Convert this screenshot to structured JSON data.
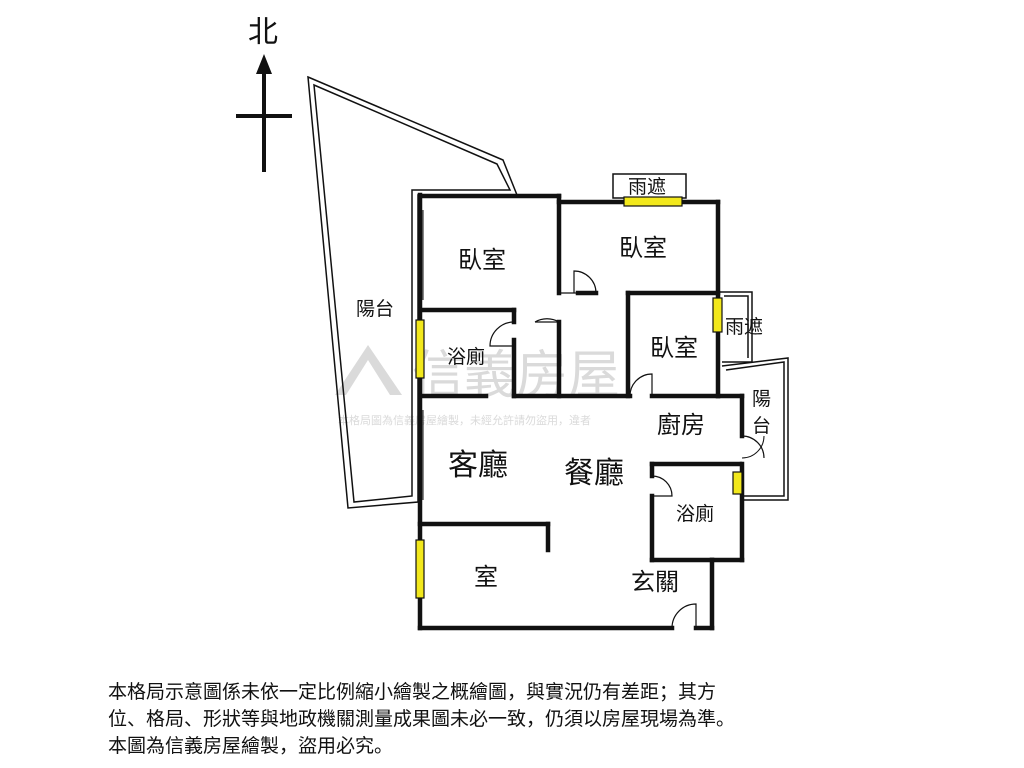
{
  "compass": {
    "north_label": "北"
  },
  "rooms": {
    "bedroom_nw": "臥室",
    "bedroom_n": "臥室",
    "bedroom_e": "臥室",
    "bath_w": "浴廁",
    "bath_e": "浴廁",
    "living": "客廳",
    "dining": "餐廳",
    "kitchen": "廚房",
    "room_sw": "室",
    "entrance": "玄關",
    "balcony_w": "陽台",
    "balcony_e_1": "陽",
    "balcony_e_2": "台",
    "canopy_n": "雨遮",
    "canopy_e": "雨遮"
  },
  "watermark": {
    "brand": "信義房屋",
    "notice": "本格局圖為信義房屋繪製，未經允許請勿盜用，違者"
  },
  "disclaimer": {
    "line1": "本格局示意圖係未依一定比例縮小繪製之概繪圖，與實況仍有差距；其方",
    "line2": "位、格局、形狀等與地政機關測量成果圖未必一致，仍須以房屋現場為準。",
    "line3": "本圖為信義房屋繪製，盜用必究。"
  },
  "colors": {
    "wall": "#111111",
    "window": "#f2e81c",
    "watermark": "#d6d6d6"
  }
}
